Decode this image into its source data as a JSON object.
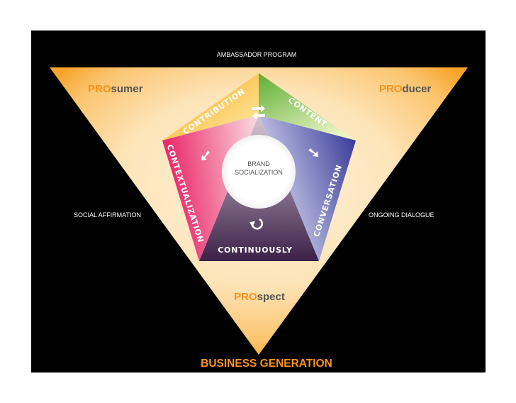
{
  "top_label": "AMBASSADOR PROGRAM",
  "left_label": "SOCIAL AFFIRMATION",
  "right_label": "ONGOING DIALOGUE",
  "bottom_label": "BUSINESS GENERATION",
  "corners": {
    "prosumer": {
      "prefix": "PRO",
      "suffix": "sumer"
    },
    "producer": {
      "prefix": "PRO",
      "suffix": "ducer"
    },
    "prospect": {
      "prefix": "PRO",
      "suffix": "spect"
    }
  },
  "center": {
    "line1": "BRAND",
    "line2": "SOCIALIZATION"
  },
  "segments": {
    "contribution": "CONTRIBUTION",
    "content": "CONTENT",
    "conversation": "CONVERSATION",
    "continuously": "CONTINUOUSLY",
    "contextualization": "CONTEXTUALIZATION"
  },
  "colors": {
    "background": "#000000",
    "accent_orange": "#f7941d",
    "contribution": "#f5b819",
    "content": "#8dc63f",
    "conversation": "#2e3192",
    "continuously": "#5b3a6e",
    "contextualization": "#e8306e",
    "corner_text": "#555555"
  },
  "icons": [
    "swap-arrows-icon",
    "down-left-arrow-icon",
    "down-right-arrow-icon",
    "refresh-icon"
  ]
}
